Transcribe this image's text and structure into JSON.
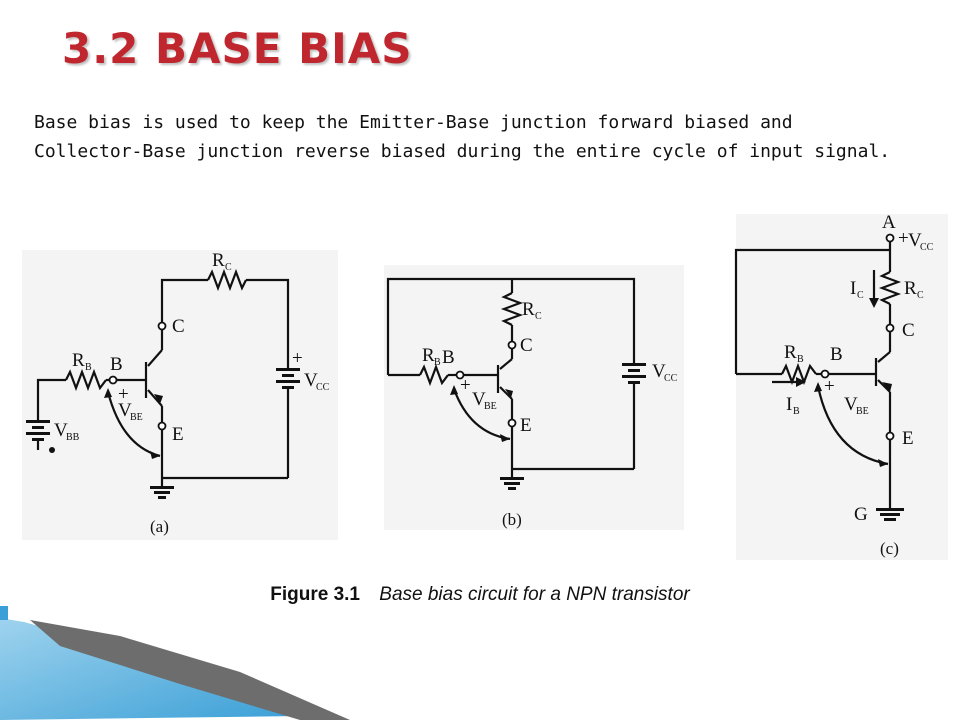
{
  "slide": {
    "title": "3.2 BASE BIAS",
    "body": "Base bias is used to keep the Emitter-Base junction forward biased and Collector-Base junction reverse biased during the entire cycle of input signal.",
    "title_color": "#c0262d"
  },
  "figure": {
    "caption_number": "Figure 3.1",
    "caption_text": "Base bias circuit for a NPN transistor",
    "panels": {
      "a": {
        "caption": "(a)",
        "rc": "R",
        "rc_sub": "C",
        "rb": "R",
        "rb_sub": "B",
        "b": "B",
        "c": "C",
        "e": "E",
        "vbe": "V",
        "vbe_sub": "BE",
        "vcc": "V",
        "vcc_sub": "CC",
        "vbb": "V",
        "vbb_sub": "BB",
        "plus": "+"
      },
      "b": {
        "caption": "(b)",
        "rc": "R",
        "rc_sub": "C",
        "rb": "R",
        "rb_sub": "B",
        "b": "B",
        "c": "C",
        "e": "E",
        "vbe": "V",
        "vbe_sub": "BE",
        "vcc": "V",
        "vcc_sub": "CC",
        "plus": "+"
      },
      "c": {
        "caption": "(c)",
        "a": "A",
        "vcc": "V",
        "vcc_sub": "CC",
        "ic": "I",
        "ic_sub": "C",
        "rc": "R",
        "rc_sub": "C",
        "c": "C",
        "rb": "R",
        "rb_sub": "B",
        "b": "B",
        "ib": "I",
        "ib_sub": "B",
        "vbe": "V",
        "vbe_sub": "BE",
        "e": "E",
        "g": "G",
        "plus": "+"
      }
    }
  }
}
